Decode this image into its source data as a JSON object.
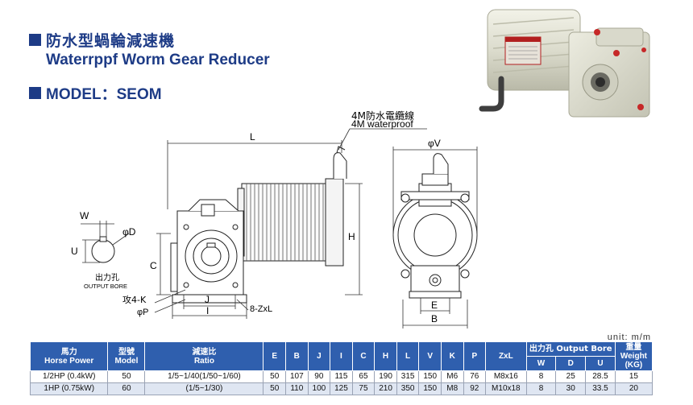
{
  "header": {
    "title_zh": "防水型蝸輪減速機",
    "title_en": "Waterrppf Worm Gear Reducer",
    "model_label": "MODEL：SEOM"
  },
  "drawing": {
    "cable_zh": "4M防水電纜線",
    "cable_en": "4M waterproof",
    "dim_L": "L",
    "dim_V": "φV",
    "dim_H": "H",
    "dim_W": "W",
    "dim_D": "φD",
    "dim_U": "U",
    "dim_C": "C",
    "dim_J": "J",
    "dim_I": "I",
    "dim_E": "E",
    "dim_B": "B",
    "tap_K": "攻4-K",
    "dim_P": "φP",
    "zxl": "8-ZxL",
    "bore_zh": "出力孔",
    "bore_en": "OUTPUT BORE"
  },
  "unit": "unit: m/m",
  "table": {
    "hdr_hp_zh": "馬力",
    "hdr_hp_en": "Horse Power",
    "hdr_model_zh": "型號",
    "hdr_model_en": "Model",
    "hdr_ratio_zh": "減速比",
    "hdr_ratio_en": "Ratio",
    "hdr_E": "E",
    "hdr_B": "B",
    "hdr_J": "J",
    "hdr_I": "I",
    "hdr_C": "C",
    "hdr_H": "H",
    "hdr_L": "L",
    "hdr_V": "V",
    "hdr_K": "K",
    "hdr_P": "P",
    "hdr_ZxL": "ZxL",
    "hdr_bore": "出力孔 Output Bore",
    "hdr_W": "W",
    "hdr_D": "D",
    "hdr_U": "U",
    "hdr_weight_zh": "重量",
    "hdr_weight_en": "Weight",
    "hdr_weight_unit": "(KG)",
    "rows": [
      [
        "1/2HP (0.4kW)",
        "50",
        "1/5~1/40(1/50~1/60)",
        "50",
        "107",
        "90",
        "115",
        "65",
        "190",
        "315",
        "150",
        "M6",
        "76",
        "M8x16",
        "8",
        "25",
        "28.5",
        "15"
      ],
      [
        "1HP (0.75kW)",
        "60",
        "(1/5~1/30)",
        "50",
        "110",
        "100",
        "125",
        "75",
        "210",
        "350",
        "150",
        "M8",
        "92",
        "M10x18",
        "8",
        "30",
        "33.5",
        "20"
      ]
    ]
  },
  "colors": {
    "brand_blue": "#1d3b86",
    "table_header": "#2f5fae",
    "row_alt": "#dfe6f2"
  }
}
